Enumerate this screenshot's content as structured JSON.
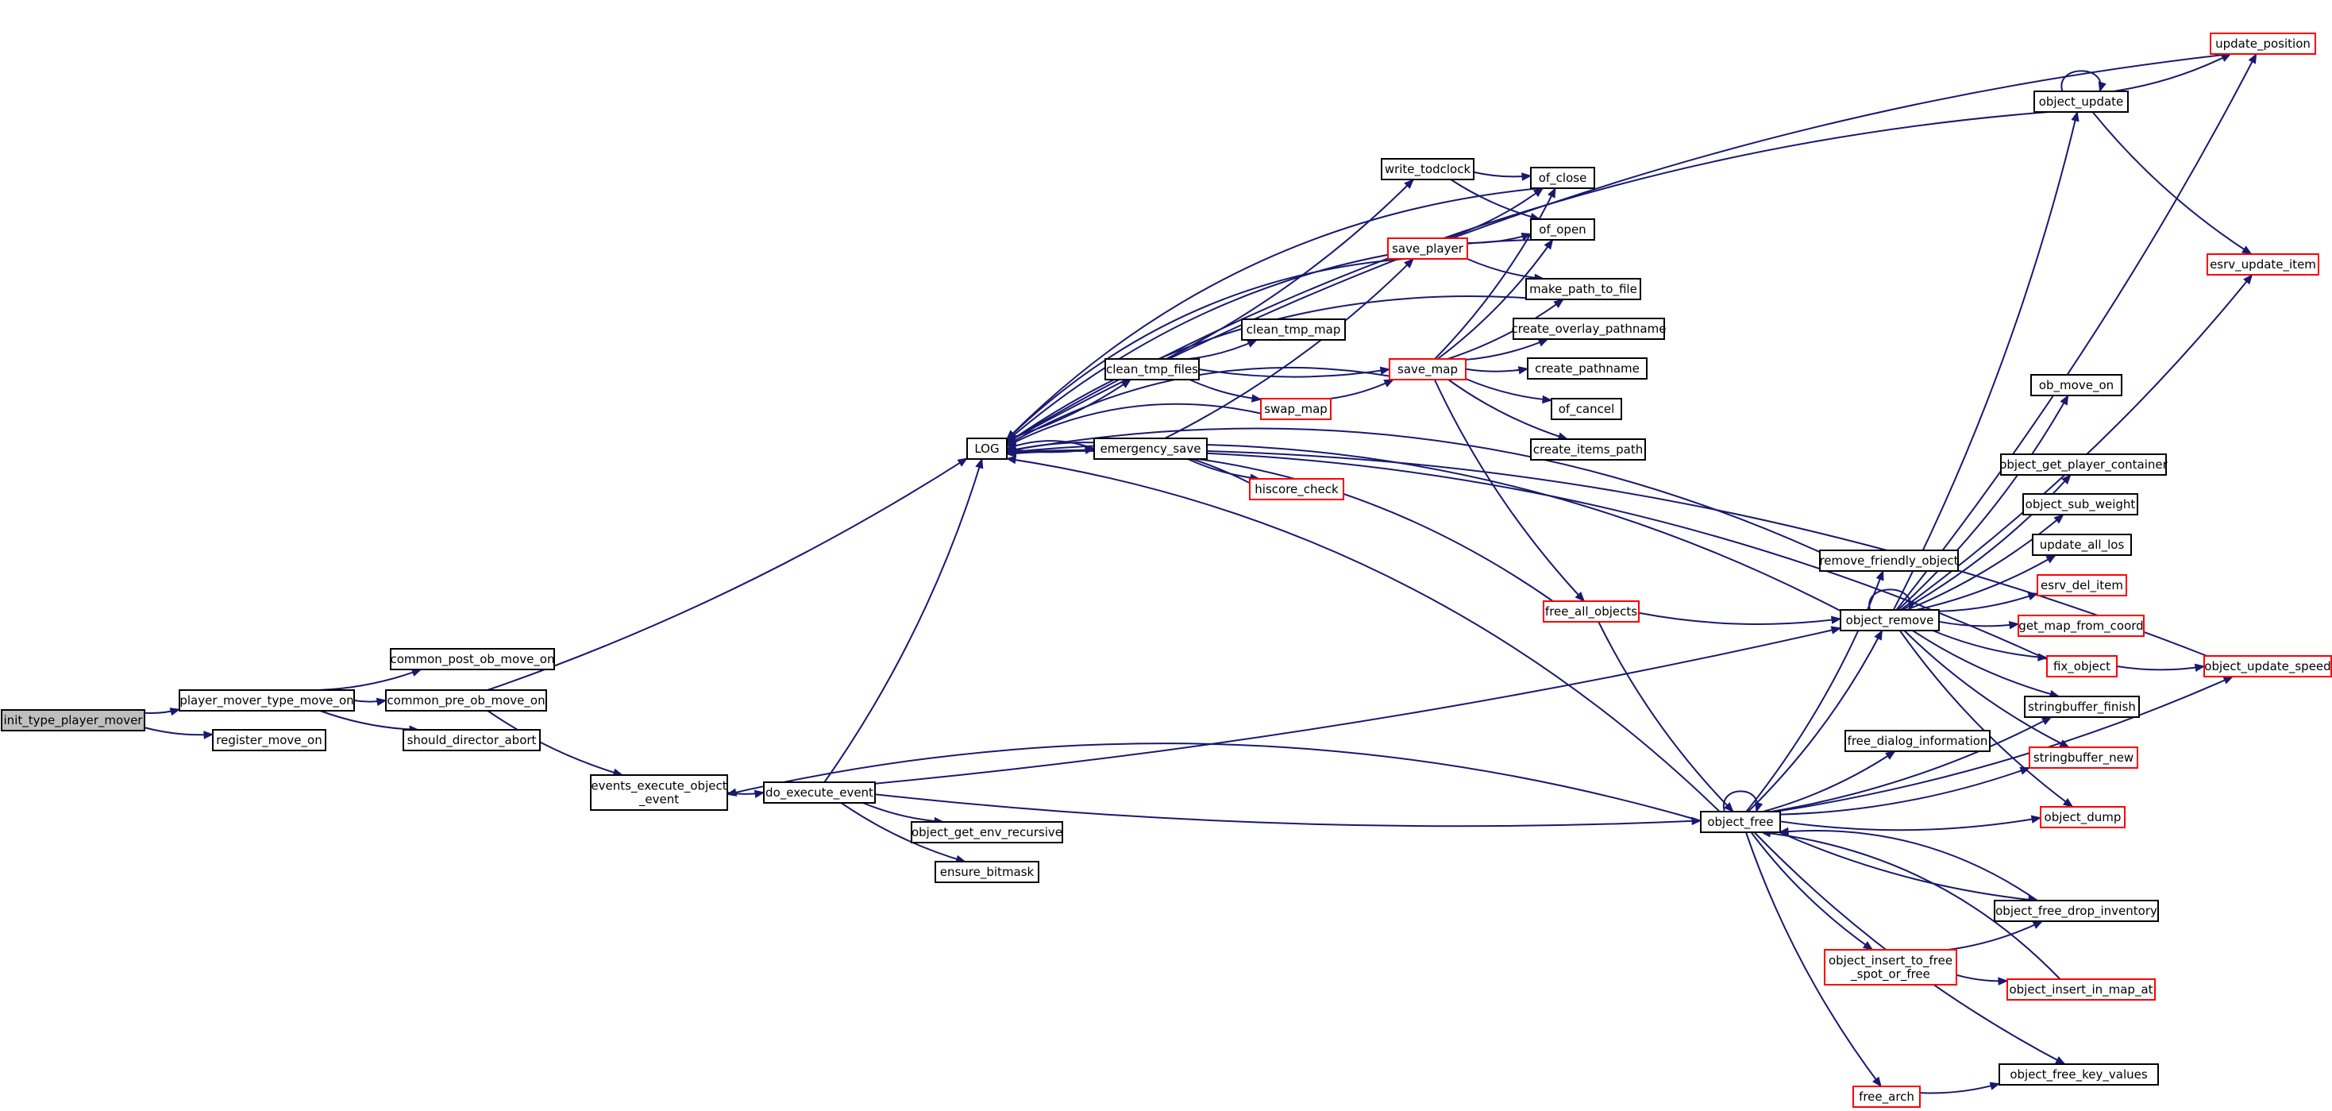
{
  "colors": {
    "edge": "#191970",
    "normal_border": "#000000",
    "truncated_border": "#ff0000",
    "root_fill": "#bfbfbf",
    "node_fill": "#ffffff"
  },
  "nodes": [
    {
      "id": "init_type_player_mover",
      "lines": [
        "init_type_player_mover"
      ],
      "style": "root"
    },
    {
      "id": "player_mover_type_move_on",
      "lines": [
        "player_mover_type_move_on"
      ],
      "style": "normal"
    },
    {
      "id": "register_move_on",
      "lines": [
        "register_move_on"
      ],
      "style": "normal"
    },
    {
      "id": "common_post_ob_move_on",
      "lines": [
        "common_post_ob_move_on"
      ],
      "style": "normal"
    },
    {
      "id": "common_pre_ob_move_on",
      "lines": [
        "common_pre_ob_move_on"
      ],
      "style": "normal"
    },
    {
      "id": "should_director_abort",
      "lines": [
        "should_director_abort"
      ],
      "style": "normal"
    },
    {
      "id": "events_execute_object_event",
      "lines": [
        "events_execute_object",
        "_event"
      ],
      "style": "normal"
    },
    {
      "id": "do_execute_event",
      "lines": [
        "do_execute_event"
      ],
      "style": "normal"
    },
    {
      "id": "LOG",
      "lines": [
        "LOG"
      ],
      "style": "normal"
    },
    {
      "id": "object_get_env_recursive",
      "lines": [
        "object_get_env_recursive"
      ],
      "style": "normal"
    },
    {
      "id": "ensure_bitmask",
      "lines": [
        "ensure_bitmask"
      ],
      "style": "normal"
    },
    {
      "id": "object_free",
      "lines": [
        "object_free"
      ],
      "style": "normal"
    },
    {
      "id": "object_remove",
      "lines": [
        "object_remove"
      ],
      "style": "normal"
    },
    {
      "id": "emergency_save",
      "lines": [
        "emergency_save"
      ],
      "style": "normal"
    },
    {
      "id": "clean_tmp_files",
      "lines": [
        "clean_tmp_files"
      ],
      "style": "normal"
    },
    {
      "id": "hiscore_check",
      "lines": [
        "hiscore_check"
      ],
      "style": "truncated"
    },
    {
      "id": "save_player",
      "lines": [
        "save_player"
      ],
      "style": "truncated"
    },
    {
      "id": "write_todclock",
      "lines": [
        "write_todclock"
      ],
      "style": "normal"
    },
    {
      "id": "clean_tmp_map",
      "lines": [
        "clean_tmp_map"
      ],
      "style": "normal"
    },
    {
      "id": "swap_map",
      "lines": [
        "swap_map"
      ],
      "style": "truncated"
    },
    {
      "id": "save_map",
      "lines": [
        "save_map"
      ],
      "style": "truncated"
    },
    {
      "id": "of_close",
      "lines": [
        "of_close"
      ],
      "style": "normal"
    },
    {
      "id": "of_open",
      "lines": [
        "of_open"
      ],
      "style": "normal"
    },
    {
      "id": "make_path_to_file",
      "lines": [
        "make_path_to_file"
      ],
      "style": "normal"
    },
    {
      "id": "create_overlay_pathname",
      "lines": [
        "create_overlay_pathname"
      ],
      "style": "normal"
    },
    {
      "id": "create_pathname",
      "lines": [
        "create_pathname"
      ],
      "style": "normal"
    },
    {
      "id": "of_cancel",
      "lines": [
        "of_cancel"
      ],
      "style": "normal"
    },
    {
      "id": "create_items_path",
      "lines": [
        "create_items_path"
      ],
      "style": "normal"
    },
    {
      "id": "free_all_objects",
      "lines": [
        "free_all_objects"
      ],
      "style": "truncated"
    },
    {
      "id": "remove_friendly_object",
      "lines": [
        "remove_friendly_object"
      ],
      "style": "normal"
    },
    {
      "id": "free_dialog_information",
      "lines": [
        "free_dialog_information"
      ],
      "style": "normal"
    },
    {
      "id": "object_insert_to_free_spot_or_free",
      "lines": [
        "object_insert_to_free",
        "_spot_or_free"
      ],
      "style": "truncated"
    },
    {
      "id": "free_arch",
      "lines": [
        "free_arch"
      ],
      "style": "truncated"
    },
    {
      "id": "object_update",
      "lines": [
        "object_update"
      ],
      "style": "normal"
    },
    {
      "id": "update_position",
      "lines": [
        "update_position"
      ],
      "style": "truncated"
    },
    {
      "id": "esrv_update_item",
      "lines": [
        "esrv_update_item"
      ],
      "style": "truncated"
    },
    {
      "id": "ob_move_on",
      "lines": [
        "ob_move_on"
      ],
      "style": "normal"
    },
    {
      "id": "object_get_player_container",
      "lines": [
        "object_get_player_container"
      ],
      "style": "normal"
    },
    {
      "id": "object_sub_weight",
      "lines": [
        "object_sub_weight"
      ],
      "style": "normal"
    },
    {
      "id": "update_all_los",
      "lines": [
        "update_all_los"
      ],
      "style": "normal"
    },
    {
      "id": "esrv_del_item",
      "lines": [
        "esrv_del_item"
      ],
      "style": "truncated"
    },
    {
      "id": "get_map_from_coord",
      "lines": [
        "get_map_from_coord"
      ],
      "style": "truncated"
    },
    {
      "id": "fix_object",
      "lines": [
        "fix_object"
      ],
      "style": "truncated"
    },
    {
      "id": "object_update_speed",
      "lines": [
        "object_update_speed"
      ],
      "style": "truncated"
    },
    {
      "id": "stringbuffer_finish",
      "lines": [
        "stringbuffer_finish"
      ],
      "style": "normal"
    },
    {
      "id": "stringbuffer_new",
      "lines": [
        "stringbuffer_new"
      ],
      "style": "truncated"
    },
    {
      "id": "object_dump",
      "lines": [
        "object_dump"
      ],
      "style": "truncated"
    },
    {
      "id": "object_free_drop_inventory",
      "lines": [
        "object_free_drop_inventory"
      ],
      "style": "normal"
    },
    {
      "id": "object_insert_in_map_at",
      "lines": [
        "object_insert_in_map_at"
      ],
      "style": "truncated"
    },
    {
      "id": "object_free_key_values",
      "lines": [
        "object_free_key_values"
      ],
      "style": "normal"
    }
  ],
  "edges": [
    [
      "init_type_player_mover",
      "player_mover_type_move_on"
    ],
    [
      "init_type_player_mover",
      "register_move_on"
    ],
    [
      "player_mover_type_move_on",
      "common_post_ob_move_on"
    ],
    [
      "player_mover_type_move_on",
      "common_pre_ob_move_on"
    ],
    [
      "player_mover_type_move_on",
      "should_director_abort"
    ],
    [
      "common_pre_ob_move_on",
      "LOG"
    ],
    [
      "common_pre_ob_move_on",
      "events_execute_object_event"
    ],
    [
      "events_execute_object_event",
      "do_execute_event"
    ],
    [
      "do_execute_event",
      "LOG"
    ],
    [
      "do_execute_event",
      "object_get_env_recursive"
    ],
    [
      "do_execute_event",
      "ensure_bitmask"
    ],
    [
      "do_execute_event",
      "object_free"
    ],
    [
      "do_execute_event",
      "object_remove"
    ],
    [
      "LOG",
      "clean_tmp_files"
    ],
    [
      "LOG",
      "emergency_save"
    ],
    [
      "emergency_save",
      "LOG"
    ],
    [
      "emergency_save",
      "hiscore_check"
    ],
    [
      "emergency_save",
      "save_player"
    ],
    [
      "hiscore_check",
      "LOG"
    ],
    [
      "clean_tmp_files",
      "write_todclock"
    ],
    [
      "clean_tmp_files",
      "clean_tmp_map"
    ],
    [
      "clean_tmp_files",
      "swap_map"
    ],
    [
      "clean_tmp_files",
      "save_map"
    ],
    [
      "swap_map",
      "LOG"
    ],
    [
      "swap_map",
      "save_map"
    ],
    [
      "write_todclock",
      "of_close"
    ],
    [
      "write_todclock",
      "of_open"
    ],
    [
      "save_player",
      "LOG"
    ],
    [
      "save_player",
      "of_close"
    ],
    [
      "save_player",
      "of_open"
    ],
    [
      "save_player",
      "make_path_to_file"
    ],
    [
      "of_close",
      "LOG"
    ],
    [
      "of_open",
      "LOG"
    ],
    [
      "make_path_to_file",
      "LOG"
    ],
    [
      "save_map",
      "LOG"
    ],
    [
      "save_map",
      "of_close"
    ],
    [
      "save_map",
      "of_open"
    ],
    [
      "save_map",
      "make_path_to_file"
    ],
    [
      "save_map",
      "create_overlay_pathname"
    ],
    [
      "save_map",
      "create_pathname"
    ],
    [
      "save_map",
      "of_cancel"
    ],
    [
      "save_map",
      "create_items_path"
    ],
    [
      "save_map",
      "free_all_objects"
    ],
    [
      "free_all_objects",
      "LOG"
    ],
    [
      "free_all_objects",
      "object_remove"
    ],
    [
      "free_all_objects",
      "object_free"
    ],
    [
      "remove_friendly_object",
      "LOG"
    ],
    [
      "object_remove",
      "LOG"
    ],
    [
      "object_remove",
      "object_remove"
    ],
    [
      "object_remove",
      "object_update"
    ],
    [
      "object_remove",
      "update_position"
    ],
    [
      "object_remove",
      "esrv_update_item"
    ],
    [
      "object_remove",
      "ob_move_on"
    ],
    [
      "object_remove",
      "object_get_player_container"
    ],
    [
      "object_remove",
      "object_sub_weight"
    ],
    [
      "object_remove",
      "update_all_los"
    ],
    [
      "object_remove",
      "esrv_del_item"
    ],
    [
      "object_remove",
      "get_map_from_coord"
    ],
    [
      "object_remove",
      "fix_object"
    ],
    [
      "object_remove",
      "stringbuffer_finish"
    ],
    [
      "object_remove",
      "stringbuffer_new"
    ],
    [
      "object_remove",
      "object_dump"
    ],
    [
      "fix_object",
      "LOG"
    ],
    [
      "fix_object",
      "object_update_speed"
    ],
    [
      "object_update_speed",
      "LOG"
    ],
    [
      "object_update",
      "LOG"
    ],
    [
      "object_update",
      "object_update"
    ],
    [
      "object_update",
      "update_position"
    ],
    [
      "object_update",
      "esrv_update_item"
    ],
    [
      "update_position",
      "LOG"
    ],
    [
      "object_free",
      "object_free"
    ],
    [
      "object_free",
      "LOG"
    ],
    [
      "object_free",
      "events_execute_object_event"
    ],
    [
      "object_free",
      "remove_friendly_object"
    ],
    [
      "object_free",
      "object_remove"
    ],
    [
      "object_free",
      "free_dialog_information"
    ],
    [
      "object_free",
      "stringbuffer_finish"
    ],
    [
      "object_free",
      "stringbuffer_new"
    ],
    [
      "object_free",
      "object_dump"
    ],
    [
      "object_free",
      "object_update_speed"
    ],
    [
      "object_free",
      "object_free_drop_inventory"
    ],
    [
      "object_free",
      "object_insert_to_free_spot_or_free"
    ],
    [
      "object_free",
      "free_arch"
    ],
    [
      "object_free",
      "object_free_key_values"
    ],
    [
      "object_free_drop_inventory",
      "object_free"
    ],
    [
      "object_insert_to_free_spot_or_free",
      "object_free_drop_inventory"
    ],
    [
      "object_insert_to_free_spot_or_free",
      "object_insert_in_map_at"
    ],
    [
      "object_insert_in_map_at",
      "object_free"
    ],
    [
      "free_arch",
      "object_free_key_values"
    ]
  ]
}
